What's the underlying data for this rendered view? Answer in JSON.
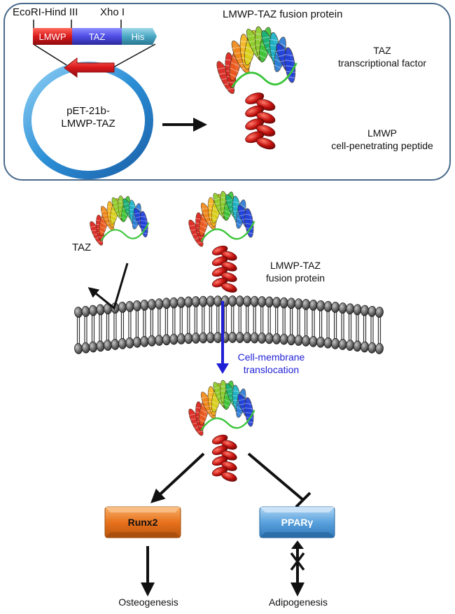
{
  "top_panel": {
    "site_ecori_hind": "EcoRI-Hind III",
    "site_xho": "Xho I",
    "seg_lmwp": "LMWP",
    "seg_taz": "TAZ",
    "seg_his": "His",
    "plasmid_line1": "pET-21b-",
    "plasmid_line2": "LMWP-TAZ",
    "fusion_title": "LMWP-TAZ fusion protein",
    "taz_line1": "TAZ",
    "taz_line2": "transcriptional factor",
    "lmwp_line1": "LMWP",
    "lmwp_line2": "cell-penetrating peptide"
  },
  "middle": {
    "taz_label": "TAZ",
    "fusion_line1": "LMWP-TAZ",
    "fusion_line2": "fusion protein",
    "translocation_line1": "Cell-membrane",
    "translocation_line2": "translocation"
  },
  "bottom": {
    "runx2": "Runx2",
    "ppar": "PPARγ",
    "osteogenesis": "Osteogenesis",
    "adipogenesis": "Adipogenesis"
  },
  "colors": {
    "lmwp_red": "#d9181c",
    "taz_blue": "#4f4de6",
    "his_teal": "#4aa8c4",
    "plasmid_blue": "#2c8fd6",
    "translocation_blue": "#1f1fd6",
    "runx2_orange": "#e8721c",
    "ppar_blue": "#5aa2de"
  }
}
